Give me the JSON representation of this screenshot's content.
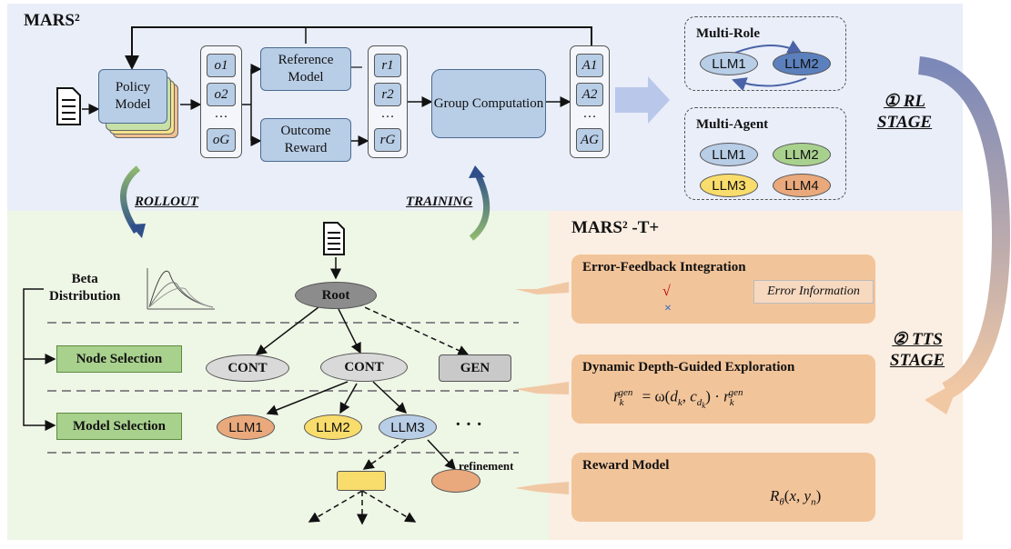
{
  "top": {
    "title": "MARS²",
    "policy_model": "Policy Model",
    "reference_model": "Reference Model",
    "outcome_reward": "Outcome Reward",
    "group_computation": "Group Computation",
    "o_items": [
      "o1",
      "o2",
      "…",
      "oG"
    ],
    "r_items": [
      "r1",
      "r2",
      "…",
      "rG"
    ],
    "a_items": [
      "A1",
      "A2",
      "…",
      "AG"
    ],
    "multi_role": {
      "title": "Multi-Role",
      "llms": [
        "LLM1",
        "LLM2"
      ]
    },
    "multi_agent": {
      "title": "Multi-Agent",
      "llms": [
        "LLM1",
        "LLM2",
        "LLM3",
        "LLM4"
      ]
    },
    "rl_stage": [
      "① RL",
      "STAGE"
    ]
  },
  "links": {
    "rollout": "ROLLOUT",
    "training": "TRAINING"
  },
  "left": {
    "beta": [
      "Beta",
      "Distribution"
    ],
    "node_selection": "Node Selection",
    "model_selection": "Model Selection",
    "root": "Root",
    "cont1": "CONT",
    "cont2": "CONT",
    "gen": "GEN",
    "llm_nodes": [
      "LLM1",
      "LLM2",
      "LLM3"
    ],
    "dots": "· · ·",
    "refinement": "refinement"
  },
  "right": {
    "title": "MARS² -T+",
    "error_feedback": {
      "title": "Error-Feedback Integration",
      "info": "Error Information"
    },
    "dynamic": {
      "title": "Dynamic Depth-Guided Exploration"
    },
    "reward_model": {
      "title": "Reward Model"
    },
    "tts_stage": [
      "② TTS",
      "STAGE"
    ]
  },
  "colors": {
    "blue": "#b8cde6",
    "green": "#a9d18e",
    "orange": "#f2c49a",
    "llm_blue": "#b8cde6",
    "llm_green": "#a9d18e",
    "llm_yellow": "#f8dc6c",
    "llm_orange": "#e9a97c"
  }
}
